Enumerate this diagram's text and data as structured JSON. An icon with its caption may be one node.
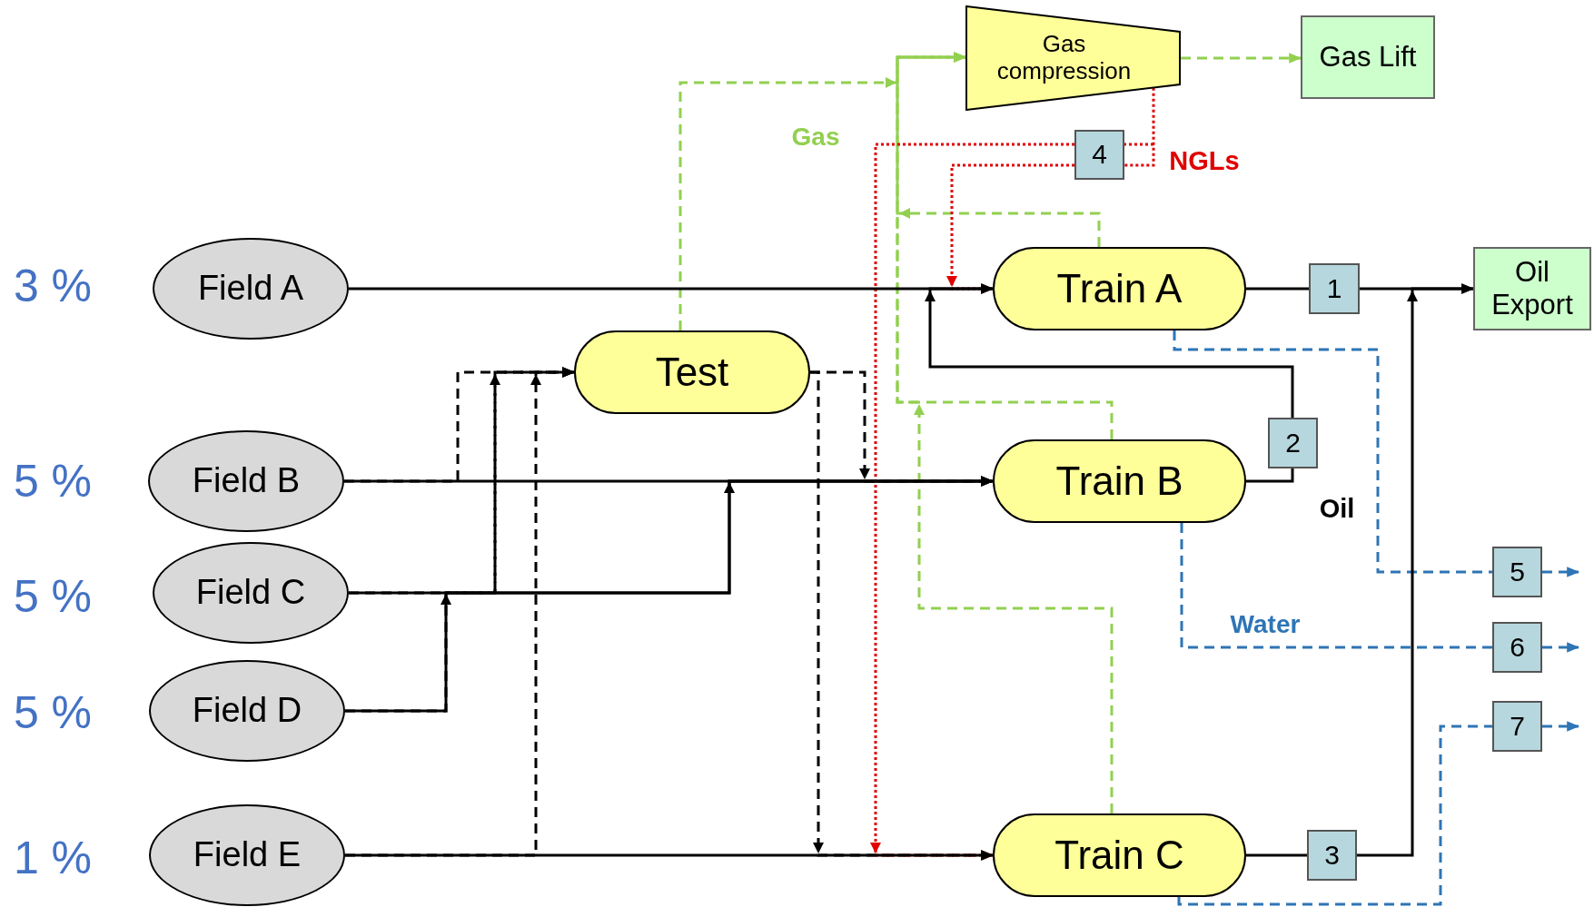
{
  "diagram": {
    "nodes": [
      {
        "text": [
          "Field A"
        ]
      },
      {
        "text": [
          "Field B"
        ]
      },
      {
        "text": [
          "Field C"
        ]
      },
      {
        "text": [
          "Field D"
        ]
      },
      {
        "text": [
          "Field E"
        ]
      },
      {
        "text": [
          "Test"
        ]
      },
      {
        "text": [
          "Gas compression"
        ]
      },
      {
        "text": [
          "Gas Lift"
        ]
      },
      {
        "text": [
          "Train A"
        ]
      },
      {
        "text": [
          "Oil Export"
        ]
      },
      {
        "text": [
          "Train B"
        ]
      },
      {
        "text": [
          "Train C"
        ]
      },
      {
        "text": [
          "1"
        ]
      },
      {
        "text": [
          "2"
        ]
      },
      {
        "text": [
          "3"
        ]
      },
      {
        "text": [
          "4"
        ]
      },
      {
        "text": [
          "5"
        ]
      },
      {
        "text": [
          "6"
        ]
      },
      {
        "text": [
          "7"
        ]
      }
    ],
    "edges": [
      {
        "from": 0,
        "to": 8,
        "arrow": "to"
      },
      {
        "from": 1,
        "to": 10,
        "arrow": "to"
      },
      {
        "from": 2,
        "to": 10,
        "arrow": "to"
      },
      {
        "from": 3,
        "to": 10,
        "arrow": "to"
      },
      {
        "from": 1,
        "to": 5,
        "arrow": "to",
        "style": "dashed"
      },
      {
        "from": 2,
        "to": 5,
        "arrow": "to",
        "style": "dashed"
      },
      {
        "from": 3,
        "to": 5,
        "arrow": "to",
        "style": "dashed"
      },
      {
        "from": 4,
        "to": 5,
        "arrow": "to",
        "style": "dashed"
      },
      {
        "from": 5,
        "to": 10,
        "arrow": "to",
        "style": "dashed"
      },
      {
        "from": 5,
        "to": 11,
        "arrow": "to",
        "style": "dashed"
      },
      {
        "from": 4,
        "to": 11,
        "arrow": "to"
      },
      {
        "from": 5,
        "to": 6,
        "arrow": "to",
        "style": "dashed",
        "color": "#92d050"
      },
      {
        "from": 8,
        "to": 6,
        "arrow": "to",
        "style": "dashed",
        "color": "#92d050"
      },
      {
        "from": 10,
        "to": 6,
        "arrow": "to",
        "style": "dashed",
        "color": "#92d050"
      },
      {
        "from": 11,
        "to": 6,
        "arrow": "to",
        "style": "dashed",
        "color": "#92d050"
      },
      {
        "from": 6,
        "to": 7,
        "arrow": "to",
        "style": "dashed",
        "color": "#92d050"
      },
      {
        "from": 6,
        "to": 15,
        "arrow": "none",
        "style": "dashed",
        "color": "#e00000"
      },
      {
        "from": 15,
        "to": 11,
        "arrow": "to",
        "style": "dashed",
        "color": "#e00000"
      },
      {
        "from": 15,
        "to": 8,
        "arrow": "to",
        "style": "dashed",
        "color": "#e00000"
      },
      {
        "from": 8,
        "to": 12,
        "arrow": "none"
      },
      {
        "from": 12,
        "to": 9,
        "arrow": "to"
      },
      {
        "from": 10,
        "to": 13,
        "arrow": "none"
      },
      {
        "from": 13,
        "to": 8,
        "arrow": "to"
      },
      {
        "from": 11,
        "to": 14,
        "arrow": "none"
      },
      {
        "from": 14,
        "to": 9,
        "arrow": "to"
      },
      {
        "from": 8,
        "to": 16,
        "arrow": "none",
        "style": "dashed",
        "color": "#2e75b6"
      },
      {
        "from": 16,
        "to": null,
        "arrow": "to",
        "style": "dashed",
        "color": "#2e75b6"
      },
      {
        "from": 10,
        "to": 17,
        "arrow": "none",
        "style": "dashed",
        "color": "#2e75b6"
      },
      {
        "from": 17,
        "to": null,
        "arrow": "to",
        "style": "dashed",
        "color": "#2e75b6"
      },
      {
        "from": 11,
        "to": 18,
        "arrow": "none",
        "style": "dashed",
        "color": "#2e75b6"
      },
      {
        "from": 18,
        "to": null,
        "arrow": "to",
        "style": "dashed",
        "color": "#2e75b6"
      }
    ],
    "labels": [
      "3 %",
      "5 %",
      "5 %",
      "5 %",
      "1 %",
      "Gas",
      "NGLs",
      "Oil",
      "Water"
    ]
  }
}
